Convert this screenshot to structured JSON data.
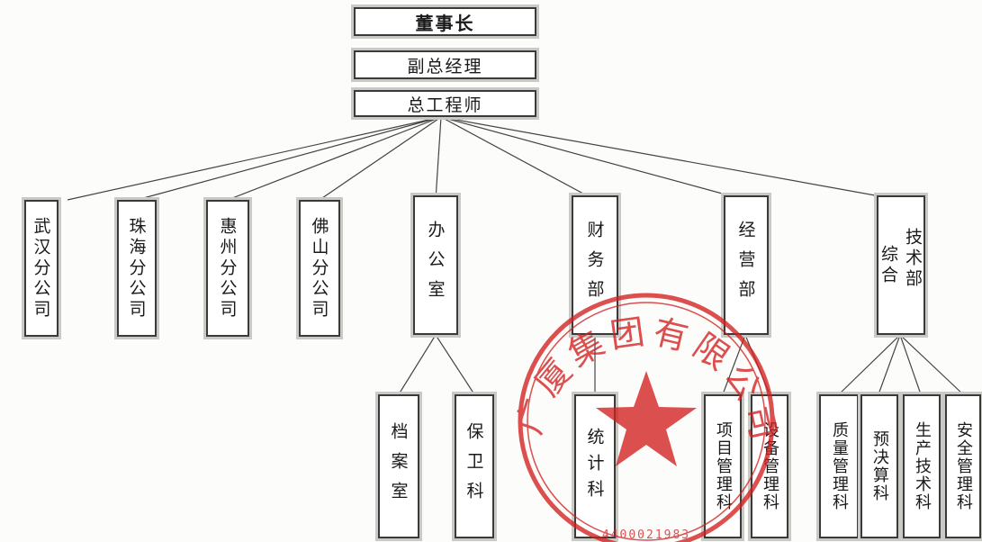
{
  "org": {
    "top": [
      "董事长",
      "副总经理",
      "总工程师"
    ],
    "departments": [
      {
        "label": "武汉分公司"
      },
      {
        "label": "珠海分公司"
      },
      {
        "label": "惠州分公司"
      },
      {
        "label": "佛山分公司"
      },
      {
        "label": "办公室"
      },
      {
        "label": "财务部"
      },
      {
        "label": "经营部"
      },
      {
        "label": "技术部",
        "label2": "综合"
      }
    ],
    "sub": {
      "office": [
        "档案室",
        "保卫科"
      ],
      "finance": [
        "统计科"
      ],
      "business": [
        "项目管理科",
        "设备管理科"
      ],
      "tech": [
        "质量管理科",
        "预决算科",
        "生产技术科",
        "安全管理科"
      ]
    }
  },
  "seal": {
    "color": "#d21f1f",
    "text": "广厦集团有限公司",
    "code": "4400021983"
  }
}
